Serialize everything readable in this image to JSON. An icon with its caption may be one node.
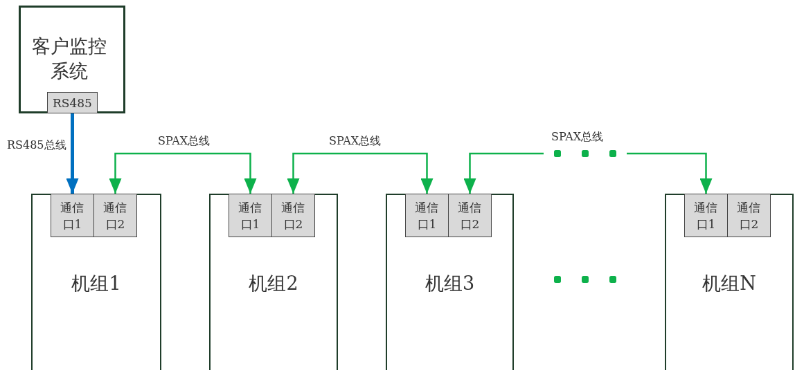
{
  "diagram": {
    "nodes": [
      {
        "text": [
          "客户监控系统"
        ]
      },
      {
        "text": [
          "RS485"
        ],
        "in": 0
      },
      {
        "text": [
          "机组1"
        ]
      },
      {
        "text": [
          "通信口1"
        ],
        "in": 2
      },
      {
        "text": [
          "通信口2"
        ],
        "in": 2
      },
      {
        "text": [
          "机组2"
        ]
      },
      {
        "text": [
          "通信口1"
        ],
        "in": 5
      },
      {
        "text": [
          "通信口2"
        ],
        "in": 5
      },
      {
        "text": [
          "机组3"
        ]
      },
      {
        "text": [
          "通信口1"
        ],
        "in": 8
      },
      {
        "text": [
          "通信口2"
        ],
        "in": 8
      },
      {
        "text": [
          "机组N"
        ]
      },
      {
        "text": [
          "通信口1"
        ],
        "in": 11
      },
      {
        "text": [
          "通信口2"
        ],
        "in": 11
      }
    ],
    "edges": [
      {
        "from": 1,
        "to": 3,
        "arrow": "to",
        "label": "RS485总线",
        "style": "thick",
        "color": "#0070c0"
      },
      {
        "from": 4,
        "to": 6,
        "arrow": "both",
        "label": "SPAX总线"
      },
      {
        "from": 7,
        "to": 9,
        "arrow": "both",
        "label": "SPAX总线"
      },
      {
        "from": 10,
        "to": 12,
        "arrow": "both",
        "label": "SPAX总线",
        "style": "dashed"
      }
    ]
  }
}
